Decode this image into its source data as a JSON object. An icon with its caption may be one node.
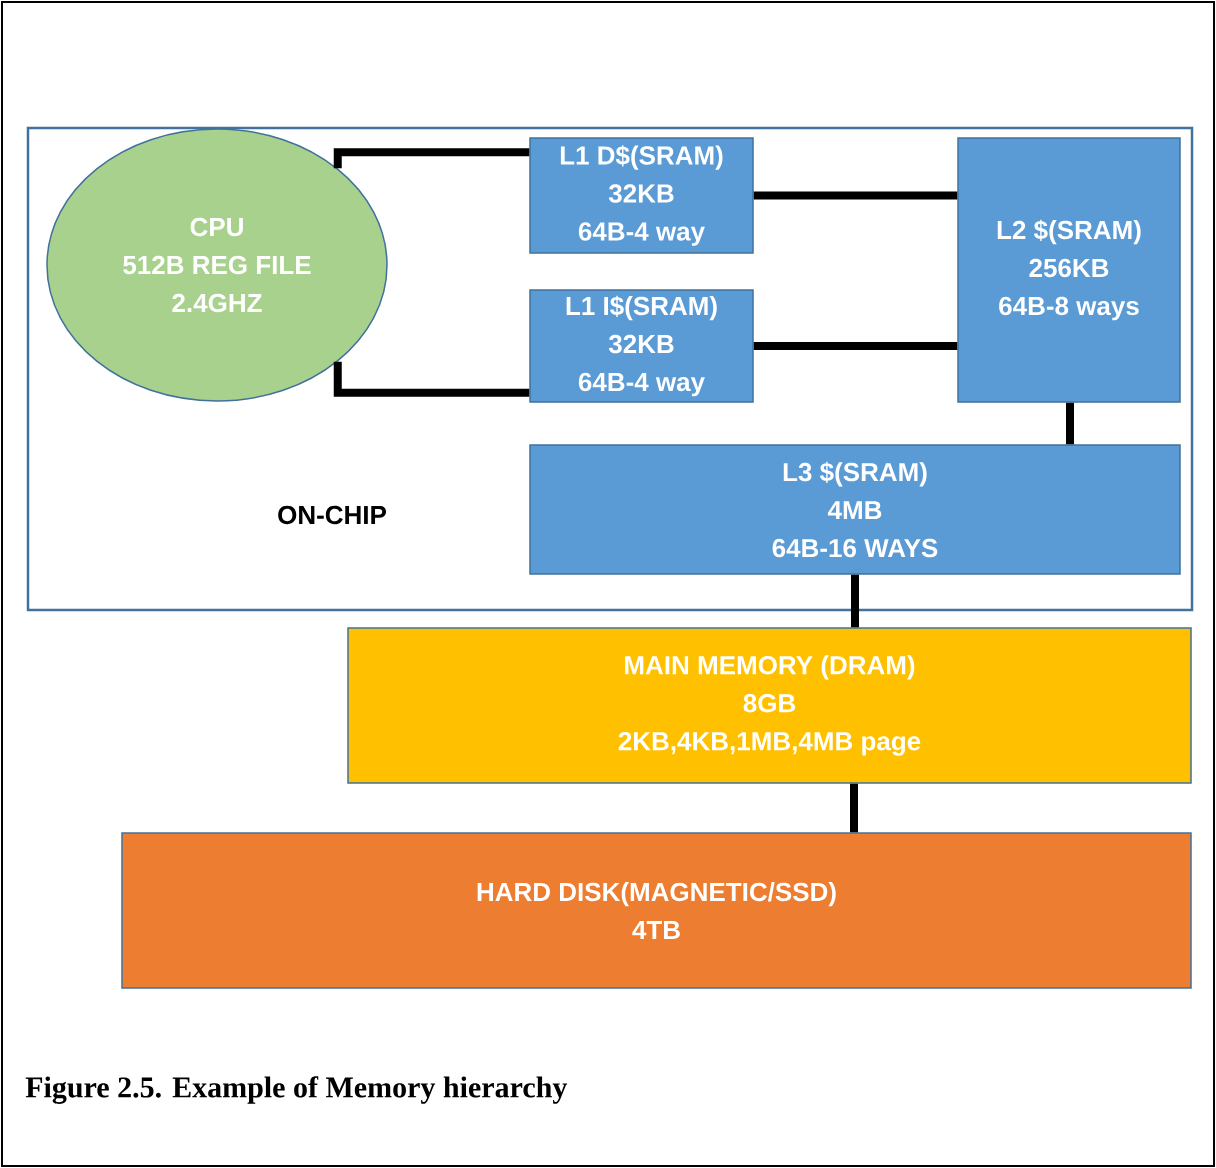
{
  "diagram": {
    "caption": "Figure 2.5. Example of Memory hierarchy",
    "nodes": [
      {
        "text": [
          "ON-CHIP"
        ]
      },
      {
        "text": [
          "CPU",
          "512B REG FILE",
          "2.4GHZ"
        ],
        "in": 0
      },
      {
        "text": [
          "L1 D$(SRAM)",
          "32KB",
          "64B-4 way"
        ],
        "in": 0
      },
      {
        "text": [
          "L1 I$(SRAM)",
          "32KB",
          "64B-4 way"
        ],
        "in": 0
      },
      {
        "text": [
          "L2 $(SRAM)",
          "256KB",
          "64B-8 ways"
        ],
        "in": 0
      },
      {
        "text": [
          "L3 $(SRAM)",
          "4MB",
          "64B-16 WAYS"
        ],
        "in": 0
      },
      {
        "text": [
          "MAIN MEMORY (DRAM)",
          "8GB",
          "2KB,4KB,1MB,4MB page"
        ]
      },
      {
        "text": [
          "HARD DISK(MAGNETIC/SSD)",
          "4TB"
        ]
      }
    ],
    "edges": [
      {
        "from": 1,
        "to": 2,
        "arrow": "none"
      },
      {
        "from": 1,
        "to": 3,
        "arrow": "none"
      },
      {
        "from": 2,
        "to": 4,
        "arrow": "none"
      },
      {
        "from": 3,
        "to": 4,
        "arrow": "none"
      },
      {
        "from": 4,
        "to": 5,
        "arrow": "none"
      },
      {
        "from": 5,
        "to": 6,
        "arrow": "none"
      },
      {
        "from": 6,
        "to": 7,
        "arrow": "none"
      }
    ]
  }
}
